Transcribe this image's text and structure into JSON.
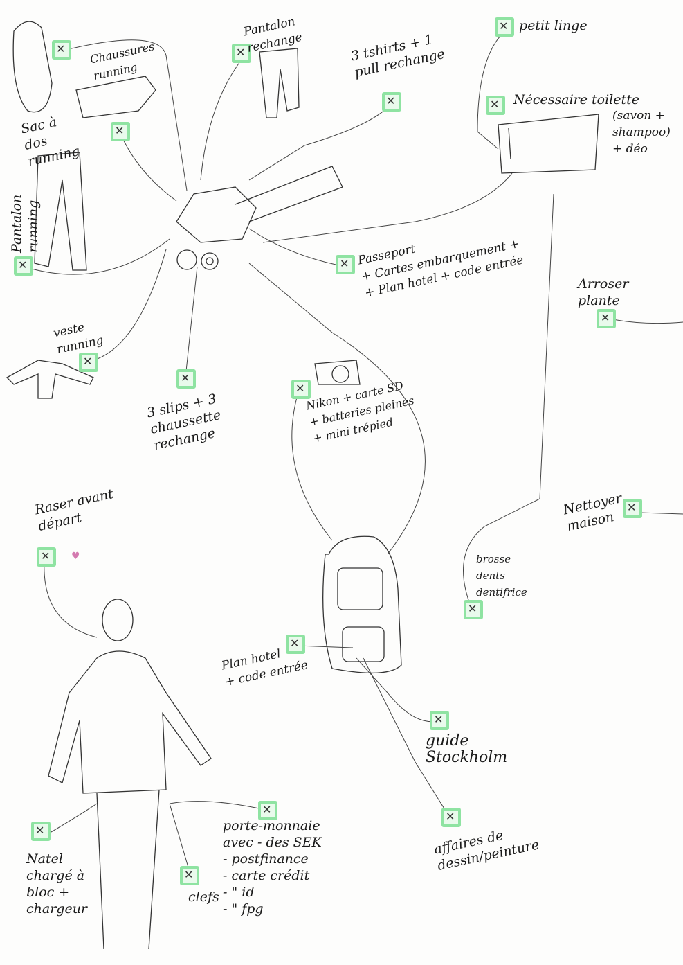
{
  "items": [
    {
      "label": "Sac à dos running",
      "checked": true
    },
    {
      "label": "Chaussures running",
      "checked": true
    },
    {
      "label": "Pantalon rechange",
      "checked": true
    },
    {
      "label": "3 tshirts + 1 pull rechange",
      "checked": true
    },
    {
      "label": "petit linge",
      "checked": true
    },
    {
      "label": "Nécessaire toilette",
      "checked": true
    },
    {
      "label": "(savon + shampoo) + déo"
    },
    {
      "label": "Pantalon running",
      "checked": true
    },
    {
      "label": "Passeport\n+ Cartes embarquement +\n+ Plan hotel + code entrée",
      "checked": true
    },
    {
      "label": "Arroser plante",
      "checked": true
    },
    {
      "label": "veste running",
      "checked": true
    },
    {
      "label": "3 slips + 3 chaussette rechange",
      "checked": true
    },
    {
      "label": "Nikon + carte SD\n+ batteries pleines\n+ mini trépied",
      "checked": true
    },
    {
      "label": "Raser avant départ",
      "checked": true
    },
    {
      "label": "Nettoyer maison",
      "checked": true
    },
    {
      "label": "brosse dents dentifrice",
      "checked": true
    },
    {
      "label": "Plan hotel\n+ code entrée",
      "checked": true
    },
    {
      "label": "guide Stockholm",
      "checked": true
    },
    {
      "label": "affaires de dessin/peinture",
      "checked": true
    },
    {
      "label": "Natel chargé à bloc + chargeur",
      "checked": false
    },
    {
      "label": "clefs",
      "checked": true
    },
    {
      "label": "porte-monnaie\navec - des SEK\n- postfinance\n- carte crédit\n- \" id\n- \" fpg",
      "checked": true
    }
  ]
}
